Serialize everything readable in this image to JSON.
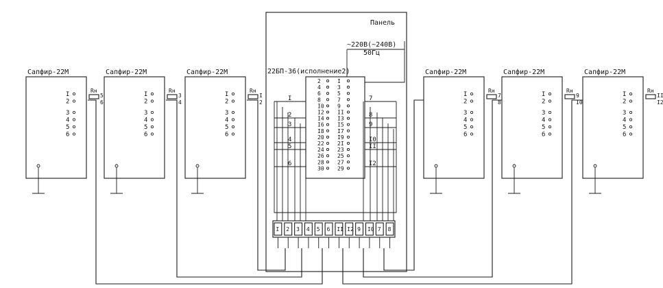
{
  "sensor_name": "Сапфир-22М",
  "sensor_pins": [
    "I",
    "2",
    "3",
    "4",
    "5",
    "6"
  ],
  "load_label": "Rн",
  "sensors": [
    {
      "id": "s1",
      "label": "Сапфир-22М",
      "load_pin": "5",
      "terminal": "6"
    },
    {
      "id": "s2",
      "label": "Сапфир-22М",
      "load_pin": "3",
      "terminal": "4"
    },
    {
      "id": "s3",
      "label": "Сапфир-22М",
      "load_pin": "I",
      "terminal": "2"
    },
    {
      "id": "s4",
      "label": "Сапфир-22М",
      "load_pin": "7",
      "terminal": "8"
    },
    {
      "id": "s5",
      "label": "Сапфир-22М",
      "load_pin": "9",
      "terminal": "I0"
    },
    {
      "id": "s6",
      "label": "Сапфир-22М",
      "load_pin": "II",
      "terminal": "I2"
    }
  ],
  "panel": {
    "title": "Панель",
    "power_label": "~220В(~240В)",
    "freq_label": "50Гц",
    "unit_label": "22БП-36(исполнение2)",
    "left_pins": [
      "2",
      "4",
      "6",
      "8",
      "I0",
      "I2",
      "I4",
      "I6",
      "I8",
      "20",
      "22",
      "24",
      "26",
      "28",
      "30"
    ],
    "right_pins": [
      "I",
      "3",
      "5",
      "7",
      "9",
      "II",
      "I3",
      "I5",
      "I7",
      "I9",
      "2I",
      "23",
      "25",
      "27",
      "29"
    ],
    "channels_left": [
      "I",
      "2",
      "3",
      "4",
      "5",
      "6"
    ],
    "channels_right": [
      "7",
      "8",
      "9",
      "I0",
      "II",
      "I2"
    ],
    "terminals": [
      "I",
      "2",
      "3",
      "4",
      "5",
      "6",
      "II",
      "I2",
      "9",
      "I0",
      "7",
      "8"
    ]
  },
  "colors": {
    "line": "#1a1a1a",
    "background": "#ffffff"
  }
}
